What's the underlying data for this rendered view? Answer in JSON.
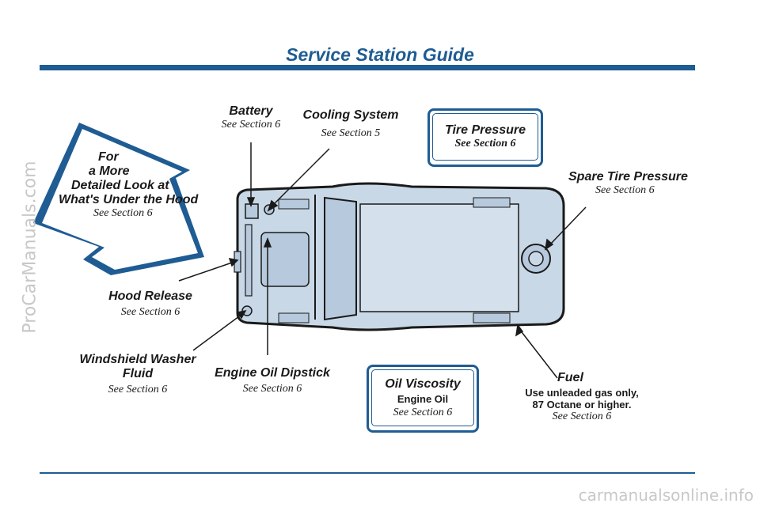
{
  "header": {
    "title": "Service Station Guide"
  },
  "arrow_callout": {
    "line1": "For",
    "line2": "a More",
    "line3": "Detailed Look at",
    "line4": "What's Under the Hood",
    "see": "See Section 6"
  },
  "callouts": {
    "battery": {
      "title": "Battery",
      "see": "See Section 6"
    },
    "cooling_system": {
      "title": "Cooling System",
      "see": "See Section 5"
    },
    "tire_pressure": {
      "title": "Tire Pressure",
      "see": "See Section 6"
    },
    "spare_tire_pressure": {
      "title": "Spare Tire Pressure",
      "see": "See Section 6"
    },
    "hood_release": {
      "title": "Hood Release",
      "see": "See Section 6"
    },
    "windshield_washer": {
      "title_line1": "Windshield Washer",
      "title_line2": "Fluid",
      "see": "See Section 6"
    },
    "engine_oil_dipstick": {
      "title": "Engine Oil Dipstick",
      "see": "See Section 6"
    },
    "oil_viscosity": {
      "title": "Oil Viscosity",
      "body": "Engine Oil",
      "see": "See Section 6"
    },
    "fuel": {
      "title": "Fuel",
      "body_line1": "Use unleaded gas only,",
      "body_line2": "87 Octane or higher.",
      "see": "See Section 6"
    }
  },
  "watermarks": {
    "left": "ProCarManuals.com",
    "bottom": "carmanualsonline.info"
  },
  "colors": {
    "accent": "#1f5c93",
    "car_fill": "#c9d8e6",
    "car_outline": "#1a1a1a"
  }
}
